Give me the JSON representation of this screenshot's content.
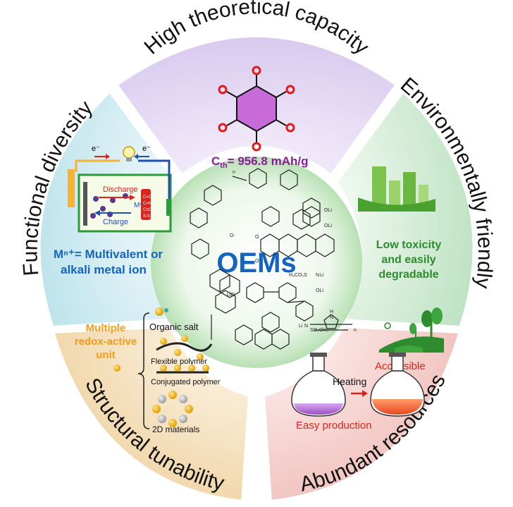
{
  "center": {
    "label": "OEMs"
  },
  "segments": {
    "top": {
      "title": "High theoretical capacity",
      "capacity_prefix": "C",
      "capacity_sub": "th",
      "capacity_value": "= 956.8 mAh/g"
    },
    "left": {
      "title": "Functional diversity",
      "electron_left": "e⁻",
      "electron_right": "e⁻",
      "discharge": "Discharge",
      "charge": "Charge",
      "ion": "Mⁿ⁺",
      "bond_labels": [
        "C=O",
        "C=N",
        "C≡C",
        "S-S"
      ],
      "note_line1": "Mⁿ⁺= Multivalent or",
      "note_line2": "alkali metal ion"
    },
    "right": {
      "title": "Environmentally friendly",
      "note": [
        "Low toxicity",
        "and easily",
        "degradable"
      ]
    },
    "bottom_left": {
      "title": "Structural tunability",
      "unit_label": [
        "Multiple",
        "redox-active",
        "unit"
      ],
      "items": [
        "Organic salt",
        "Flexible polymer",
        "Conjugated polymer",
        "2D materials"
      ]
    },
    "bottom_right": {
      "title": "Abundant resources",
      "heating": "Heating",
      "accessible": "Accessible",
      "easy": "Easy production"
    }
  },
  "molecule_labels": {
    "li1": "OLi",
    "li2": "OLi",
    "o_top": "O",
    "o_bot": "O",
    "n": "n",
    "radical": "O·",
    "lio": "LiO",
    "li_right": "OLi",
    "sulf_left": "H₃CO₂S",
    "sulf_n": "N",
    "sulf_li": "Li",
    "sulf_li2": "Li",
    "sulf_n2": "N",
    "sulf_right": "SO₂CH₃",
    "pyrrole_h": "H",
    "pyrrole_n": "N",
    "pyrrole_sub": "n"
  },
  "colors": {
    "top_bg": "#e4d9f3",
    "left_bg": "#cdebf1",
    "right_bg": "#d2ecd6",
    "bl_bg": "#f6e4c7",
    "br_bg": "#f7d8d6",
    "center_bg": "#cfe9cf",
    "purple": "#8a1c9a",
    "blue": "#1565c0",
    "green": "#2e8b2e",
    "orange": "#f59a1b",
    "red": "#d9251d"
  }
}
